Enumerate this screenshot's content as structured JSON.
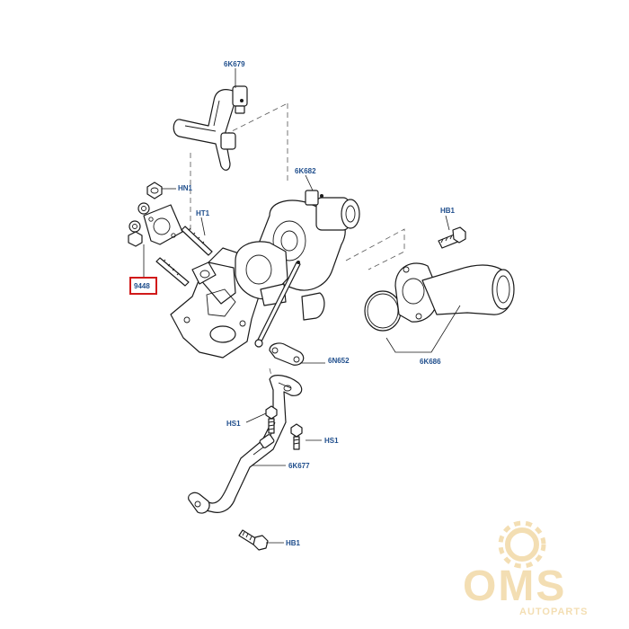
{
  "callouts": {
    "hose_6k679": "6K679",
    "turbo_6k682": "6K682",
    "nut_hn1": "HN1",
    "stud_ht1": "HT1",
    "bolt_hb1_top": "HB1",
    "gasket_9448": "9448",
    "pipe_6k686": "6K686",
    "gasket_6n652": "6N652",
    "bolt_hs1_left": "HS1",
    "bolt_hs1_right": "HS1",
    "pipe_6k677": "6K677",
    "bolt_hb1_bottom": "HB1"
  },
  "highlighted_callout": "9448",
  "colors": {
    "label": "#1f4e8c",
    "highlight": "#d11a1a",
    "watermark": "#f2d9a6"
  },
  "watermark": {
    "brand": "OMS",
    "sub": "AUTOPARTS"
  }
}
